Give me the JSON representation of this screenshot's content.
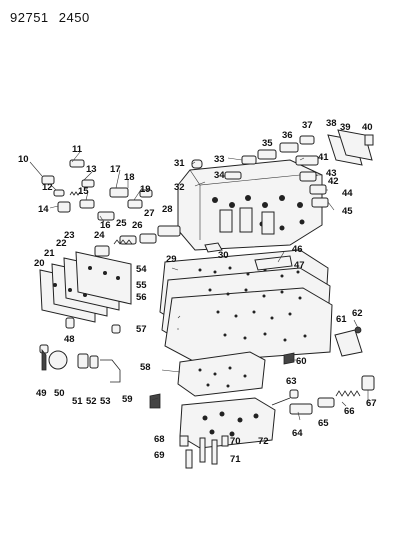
{
  "header": {
    "part_code_a": "92751",
    "part_code_b": "2450"
  },
  "callouts": [
    "10",
    "11",
    "12",
    "13",
    "14",
    "15",
    "16",
    "17",
    "18",
    "19",
    "20",
    "21",
    "22",
    "23",
    "24",
    "25",
    "26",
    "27",
    "28",
    "29",
    "30",
    "31",
    "32",
    "33",
    "34",
    "35",
    "36",
    "37",
    "38",
    "39",
    "40",
    "41",
    "42",
    "43",
    "44",
    "45",
    "46",
    "47",
    "48",
    "49",
    "50",
    "51",
    "52",
    "53",
    "54",
    "55",
    "56",
    "57",
    "58",
    "59",
    "60",
    "61",
    "62",
    "63",
    "64",
    "65",
    "66",
    "67",
    "68",
    "69",
    "70",
    "71",
    "72"
  ],
  "icons": {
    "diagram": "exploded-valve-body-diagram"
  }
}
